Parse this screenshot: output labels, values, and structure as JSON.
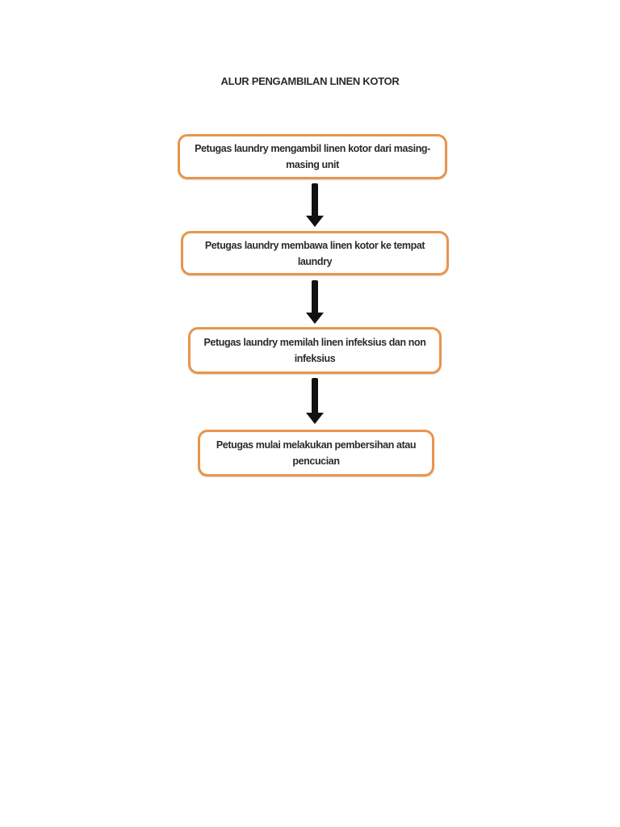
{
  "title": "ALUR PENGAMBILAN LINEN KOTOR",
  "colors": {
    "accent": "#e8954d",
    "arrow": "#111111",
    "text": "#2b2b2b",
    "page_background": "#ffffff"
  },
  "flowchart": {
    "direction": "top-down",
    "steps": [
      {
        "line1": "Petugas laundry mengambil linen kotor dari masing-",
        "line2": "masing unit"
      },
      {
        "line1": "Petugas laundry membawa linen kotor ke tempat",
        "line2": "laundry"
      },
      {
        "line1": "Petugas laundry memilah linen infeksius dan non",
        "line2": "infeksius"
      },
      {
        "line1": "Petugas mulai melakukan pembersihan atau",
        "line2": "pencucian"
      }
    ]
  }
}
